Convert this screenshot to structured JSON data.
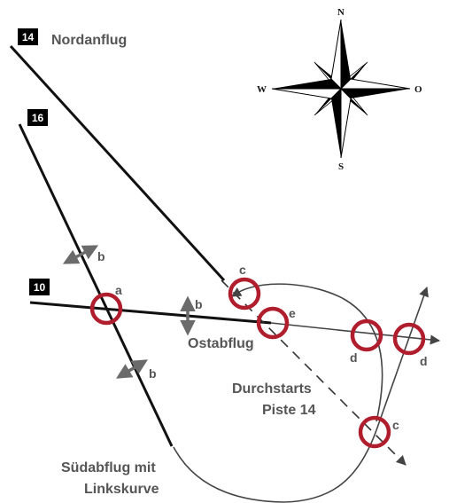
{
  "colors": {
    "runway": "#111111",
    "path": "#444444",
    "marker": "#b01e2e",
    "arrow": "#6b6b6b",
    "label": "#555555",
    "badge": "#000000"
  },
  "runways": {
    "r14": "14",
    "r16": "16",
    "r10": "10"
  },
  "labels": {
    "nordanflug": "Nordanflug",
    "ostabflug": "Ostabflug",
    "durchstarts_line1": "Durchstarts",
    "durchstarts_line2": "Piste 14",
    "suedabflug_line1": "Südabflug mit",
    "suedabflug_line2": "Linkskurve"
  },
  "markers": {
    "a": "a",
    "b": "b",
    "c": "c",
    "d": "d",
    "e": "e"
  },
  "compass": {
    "north": "N",
    "south": "S",
    "west": "W",
    "east": "O"
  }
}
